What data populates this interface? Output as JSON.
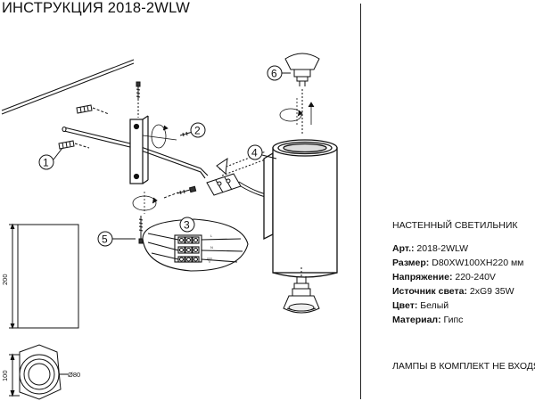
{
  "title": "ИНСТРУКЦИЯ 2018-2WLW",
  "product_type": "НАСТЕННЫЙ СВЕТИЛЬНИК",
  "specs": [
    {
      "key": "Арт.:",
      "value": "2018-2WLW"
    },
    {
      "key": "Размер:",
      "value": "D80XW100XH220 мм"
    },
    {
      "key": "Напряжение:",
      "value": "220-240V"
    },
    {
      "key": "Источник света:",
      "value": "2xG9 35W"
    },
    {
      "key": "Цвет:",
      "value": "Белый"
    },
    {
      "key": "Материал:",
      "value": "Гипс"
    }
  ],
  "note": "ЛАМПЫ В КОМПЛЕКТ НЕ ВХОДЯТ",
  "callouts": {
    "c1": "1",
    "c2": "2",
    "c3": "3",
    "c4": "4",
    "c5": "5",
    "c6": "6"
  },
  "dimensions": {
    "height": "200",
    "depth": "100",
    "diameter": "Ø80"
  },
  "wire_labels": {
    "l": "L",
    "n": "N"
  }
}
